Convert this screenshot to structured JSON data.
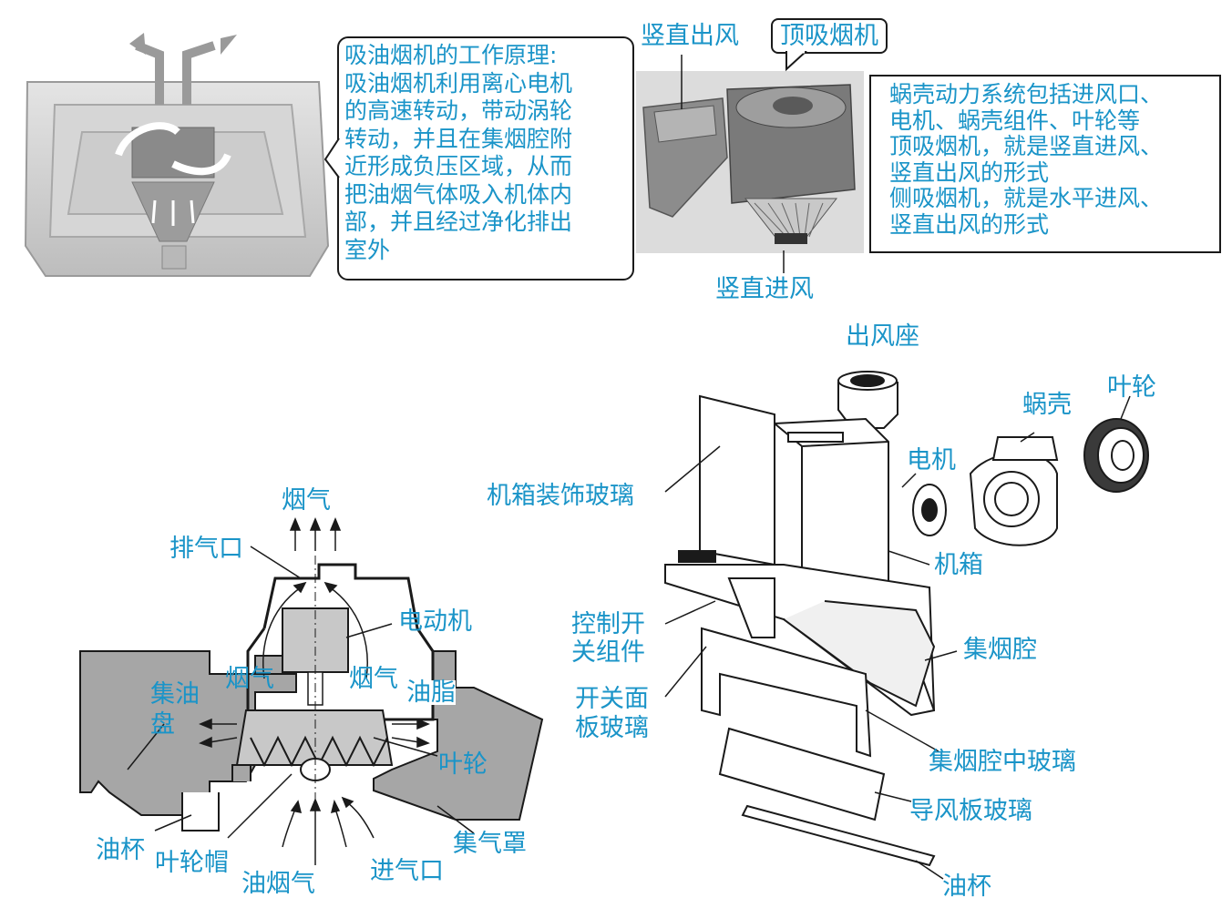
{
  "top_left": {
    "text_lines": [
      "吸油烟机的工作原理:",
      "吸油烟机利用离心电机",
      "的高速转动，带动涡轮",
      "转动，并且在集烟腔附",
      "近形成负压区域，从而",
      "把油烟气体吸入机体内",
      "部，并且经过净化排出",
      "室外"
    ]
  },
  "top_right": {
    "label_out": "竖直出风",
    "label_top": "顶吸烟机",
    "label_in": "竖直进风",
    "box_lines": [
      "蜗壳动力系统包括进风口、",
      "电机、蜗壳组件、叶轮等",
      "顶吸烟机，就是竖直进风、",
      "竖直出风的形式",
      "侧吸烟机，就是水平进风、",
      "竖直出风的形式"
    ]
  },
  "section_diagram": {
    "labels": {
      "smoke_top": "烟气",
      "exhaust": "排气口",
      "motor": "电动机",
      "oil_tray_line1": "集油",
      "oil_tray_line2": "盘",
      "smoke_left": "烟气",
      "smoke_right": "烟气",
      "grease": "油脂",
      "impeller": "叶轮",
      "oil_cup": "油杯",
      "impeller_cap": "叶轮帽",
      "oily_smoke": "油烟气",
      "inlet": "进气口",
      "hood": "集气罩"
    }
  },
  "exploded_diagram": {
    "labels": {
      "outlet_seat": "出风座",
      "volute": "蜗壳",
      "impeller": "叶轮",
      "motor": "电机",
      "glass": "机箱装饰玻璃",
      "case": "机箱",
      "switch_line1": "控制开",
      "switch_line2": "关组件",
      "panel_line1": "开关面",
      "panel_line2": "板玻璃",
      "chamber": "集烟腔",
      "chamber_glass": "集烟腔中玻璃",
      "deflector": "导风板玻璃",
      "oil_cup": "油杯"
    }
  },
  "colors": {
    "label": "#1a94c8",
    "line": "#1a1a1a",
    "section_fill": "#a6a6a6"
  }
}
